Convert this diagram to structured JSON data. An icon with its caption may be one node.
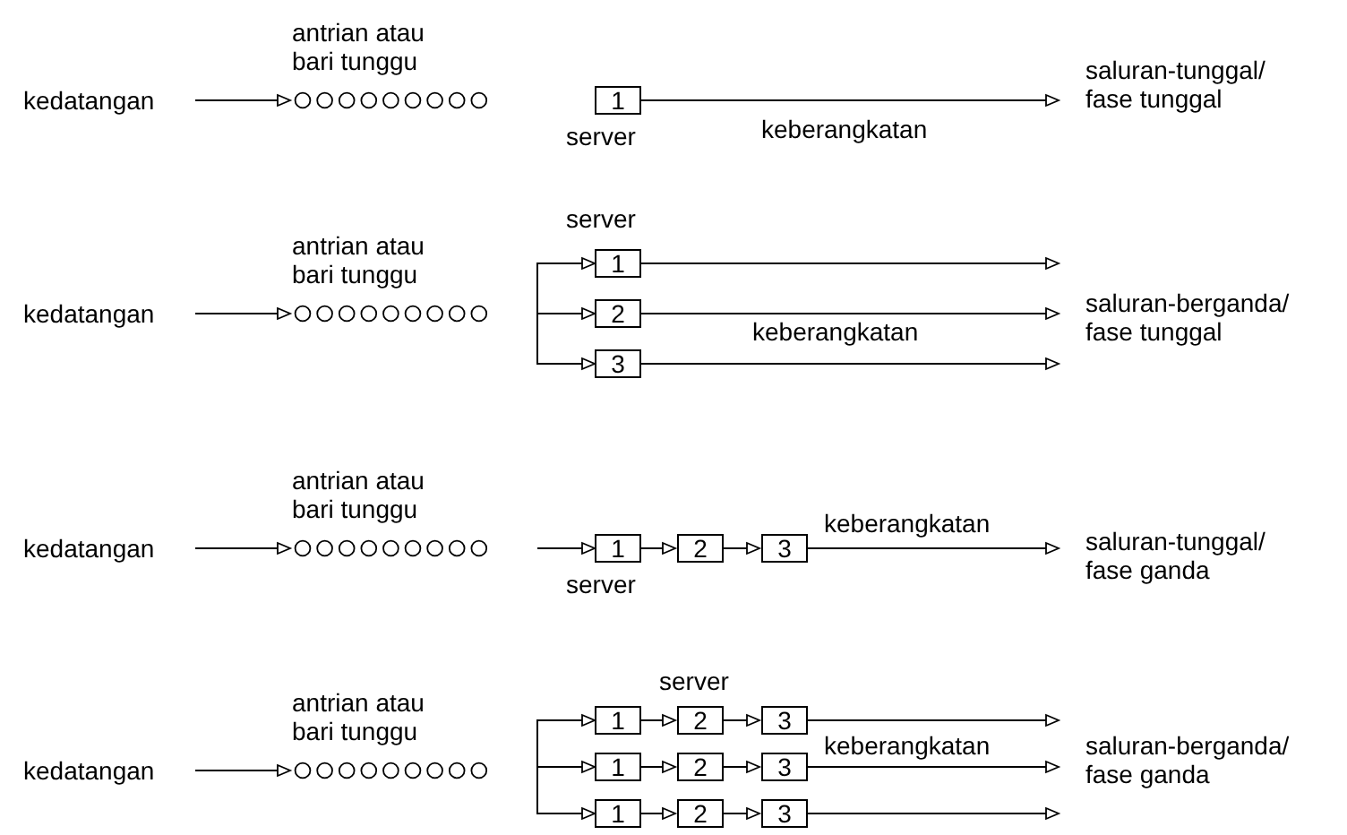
{
  "diagram": {
    "nodes": [
      {
        "text": [
          "kedatangan"
        ]
      },
      {
        "text": [
          "antrian atau bari tunggu"
        ]
      },
      {
        "text": [
          "1"
        ]
      },
      {
        "text": [
          "kedatangan"
        ]
      },
      {
        "text": [
          "antrian atau bari tunggu"
        ]
      },
      {
        "text": [
          "1"
        ]
      },
      {
        "text": [
          "2"
        ]
      },
      {
        "text": [
          "3"
        ]
      },
      {
        "text": [
          "kedatangan"
        ]
      },
      {
        "text": [
          "antrian atau bari tunggu"
        ]
      },
      {
        "text": [
          "1"
        ]
      },
      {
        "text": [
          "2"
        ]
      },
      {
        "text": [
          "3"
        ]
      },
      {
        "text": [
          "kedatangan"
        ]
      },
      {
        "text": [
          "antrian atau bari tunggu"
        ]
      },
      {
        "text": [
          "1"
        ]
      },
      {
        "text": [
          "2"
        ]
      },
      {
        "text": [
          "3"
        ]
      },
      {
        "text": [
          "1"
        ]
      },
      {
        "text": [
          "2"
        ]
      },
      {
        "text": [
          "3"
        ]
      },
      {
        "text": [
          "1"
        ]
      },
      {
        "text": [
          "2"
        ]
      },
      {
        "text": [
          "3"
        ]
      },
      {
        "text": [
          "saluran-tunggal/ fase tunggal"
        ]
      },
      {
        "text": [
          "saluran-berganda/ fase tunggal"
        ]
      },
      {
        "text": [
          "saluran-tunggal/ fase ganda"
        ]
      },
      {
        "text": [
          "saluran-berganda/ fase ganda"
        ]
      }
    ],
    "edges": [
      {
        "from": 0,
        "to": 1,
        "arrow": "to"
      },
      {
        "from": 2,
        "to": 24,
        "arrow": "to"
      },
      {
        "from": 3,
        "to": 4,
        "arrow": "to"
      },
      {
        "from": null,
        "to": 5,
        "arrow": "to"
      },
      {
        "from": null,
        "to": 6,
        "arrow": "to"
      },
      {
        "from": null,
        "to": 7,
        "arrow": "to"
      },
      {
        "from": 5,
        "to": 25,
        "arrow": "to"
      },
      {
        "from": 6,
        "to": 25,
        "arrow": "to"
      },
      {
        "from": 7,
        "to": 25,
        "arrow": "to"
      },
      {
        "from": 8,
        "to": 9,
        "arrow": "to"
      },
      {
        "from": null,
        "to": 10,
        "arrow": "to"
      },
      {
        "from": 10,
        "to": 11,
        "arrow": "to"
      },
      {
        "from": 11,
        "to": 12,
        "arrow": "to"
      },
      {
        "from": 12,
        "to": 26,
        "arrow": "to"
      },
      {
        "from": 13,
        "to": 14,
        "arrow": "to"
      },
      {
        "from": null,
        "to": 15,
        "arrow": "to"
      },
      {
        "from": null,
        "to": 18,
        "arrow": "to"
      },
      {
        "from": null,
        "to": 21,
        "arrow": "to"
      },
      {
        "from": 15,
        "to": 16,
        "arrow": "to"
      },
      {
        "from": 16,
        "to": 17,
        "arrow": "to"
      },
      {
        "from": 18,
        "to": 19,
        "arrow": "to"
      },
      {
        "from": 19,
        "to": 20,
        "arrow": "to"
      },
      {
        "from": 21,
        "to": 22,
        "arrow": "to"
      },
      {
        "from": 22,
        "to": 23,
        "arrow": "to"
      },
      {
        "from": 17,
        "to": 27,
        "arrow": "to"
      },
      {
        "from": 20,
        "to": 27,
        "arrow": "to"
      },
      {
        "from": 23,
        "to": 27,
        "arrow": "to"
      }
    ],
    "labels": [
      "server",
      "keberangkatan",
      "server",
      "keberangkatan",
      "keberangkatan",
      "server",
      "server",
      "keberangkatan"
    ]
  }
}
